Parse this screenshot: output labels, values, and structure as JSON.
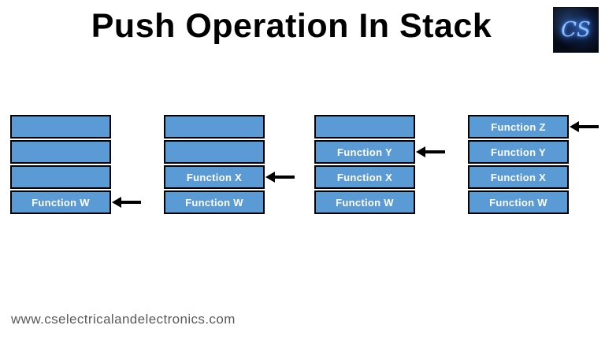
{
  "title": "Push Operation In Stack",
  "logo": {
    "initials": "CS"
  },
  "footer": {
    "url": "www.cselectricalandelectronics.com"
  },
  "colors": {
    "cell_fill": "#5B9BD5",
    "cell_border": "#000000",
    "cell_text": "#FFFFFF",
    "arrow": "#000000",
    "title_text": "#000000",
    "footer_text": "#595959"
  },
  "stacks": [
    {
      "name": "stack-1",
      "cells": [
        "",
        "",
        "",
        "Function W"
      ],
      "arrow_cell_index": 3
    },
    {
      "name": "stack-2",
      "cells": [
        "",
        "",
        "Function X",
        "Function W"
      ],
      "arrow_cell_index": 2
    },
    {
      "name": "stack-3",
      "cells": [
        "",
        "Function Y",
        "Function X",
        "Function W"
      ],
      "arrow_cell_index": 1
    },
    {
      "name": "stack-4",
      "cells": [
        "Function Z",
        "Function Y",
        "Function X",
        "Function W"
      ],
      "arrow_cell_index": 0
    }
  ]
}
